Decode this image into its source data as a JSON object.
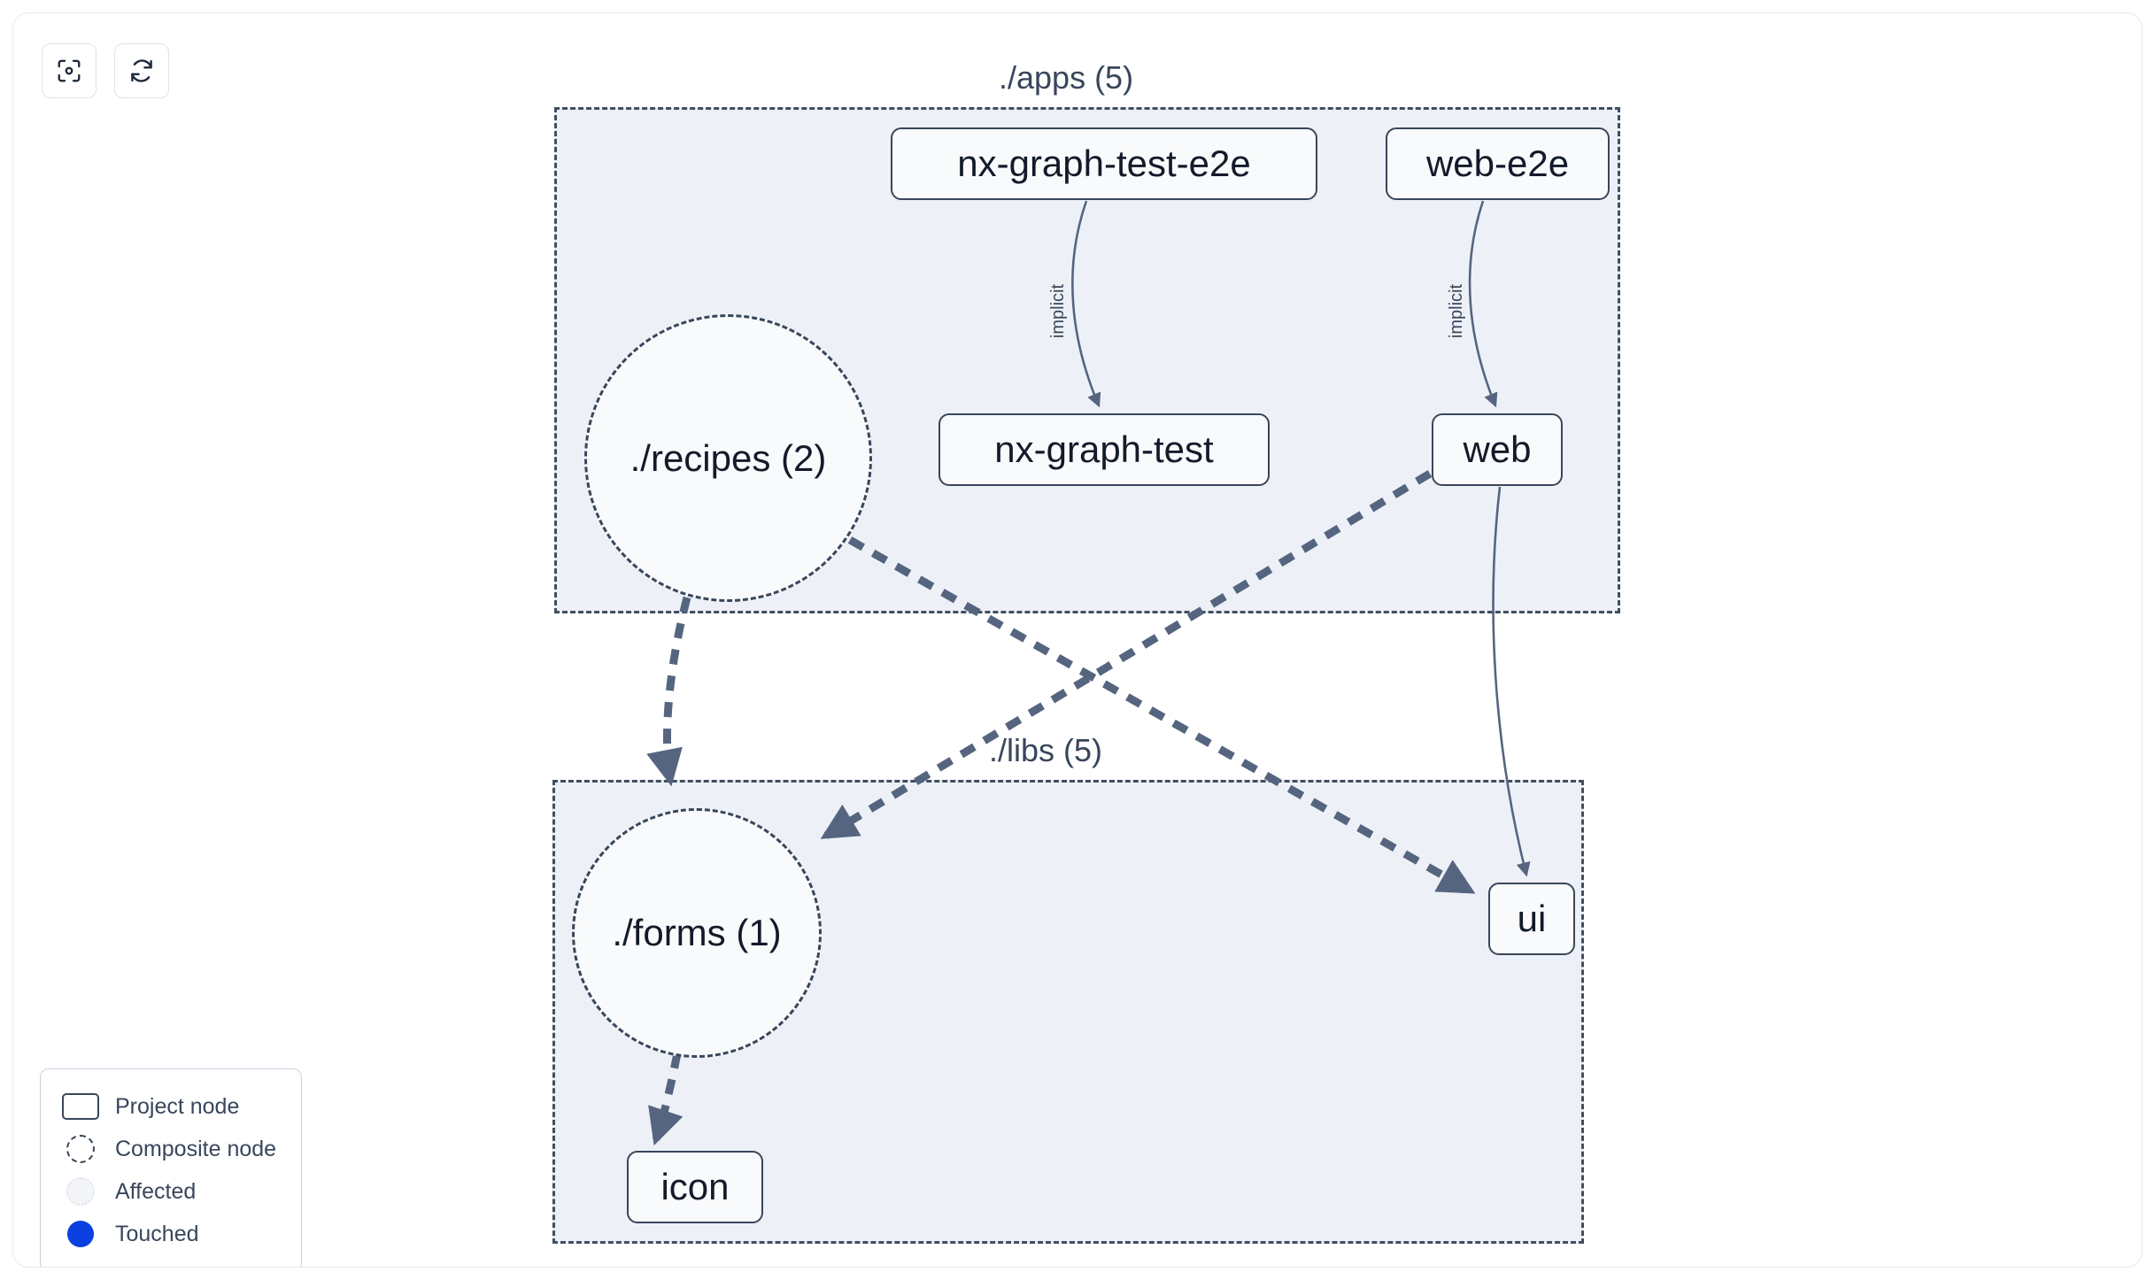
{
  "toolbar": {
    "buttons": [
      {
        "name": "focus-graph-button",
        "icon": "focus-target-icon",
        "label": ""
      },
      {
        "name": "refresh-graph-button",
        "icon": "refresh-icon",
        "label": ""
      }
    ]
  },
  "graph": {
    "groups": [
      {
        "id": "apps",
        "label": "./apps (5)"
      },
      {
        "id": "libs",
        "label": "./libs (5)"
      }
    ],
    "nodes": [
      {
        "id": "nx-graph-test-e2e",
        "label": "nx-graph-test-e2e",
        "type": "project",
        "group": "apps"
      },
      {
        "id": "web-e2e",
        "label": "web-e2e",
        "type": "project",
        "group": "apps"
      },
      {
        "id": "nx-graph-test",
        "label": "nx-graph-test",
        "type": "project",
        "group": "apps"
      },
      {
        "id": "web",
        "label": "web",
        "type": "project",
        "group": "apps"
      },
      {
        "id": "recipes",
        "label": "./recipes (2)",
        "type": "composite",
        "group": "apps"
      },
      {
        "id": "forms",
        "label": "./forms (1)",
        "type": "composite",
        "group": "libs"
      },
      {
        "id": "ui",
        "label": "ui",
        "type": "project",
        "group": "libs"
      },
      {
        "id": "icon",
        "label": "icon",
        "type": "project",
        "group": "libs"
      }
    ],
    "edges": [
      {
        "from": "nx-graph-test-e2e",
        "to": "nx-graph-test",
        "label": "implicit",
        "style": "solid"
      },
      {
        "from": "web-e2e",
        "to": "web",
        "label": "implicit",
        "style": "solid"
      },
      {
        "from": "web",
        "to": "ui",
        "label": "",
        "style": "solid"
      },
      {
        "from": "recipes",
        "to": "forms",
        "label": "",
        "style": "dashed"
      },
      {
        "from": "recipes",
        "to": "ui",
        "label": "",
        "style": "dashed"
      },
      {
        "from": "web",
        "to": "forms",
        "label": "",
        "style": "dashed"
      },
      {
        "from": "forms",
        "to": "icon",
        "label": "",
        "style": "dashed"
      }
    ]
  },
  "legend": {
    "items": [
      {
        "swatch": "project-node-swatch",
        "label": "Project node"
      },
      {
        "swatch": "composite-node-swatch",
        "label": "Composite node"
      },
      {
        "swatch": "affected-swatch",
        "label": "Affected"
      },
      {
        "swatch": "touched-swatch",
        "label": "Touched"
      }
    ]
  },
  "colors": {
    "group_fill": "#edf1f7",
    "group_border": "#414e63",
    "node_fill": "#f8fafc",
    "node_border": "#39465b",
    "edge": "#56657f",
    "touched": "#0b41e0",
    "text": "#131a29"
  }
}
